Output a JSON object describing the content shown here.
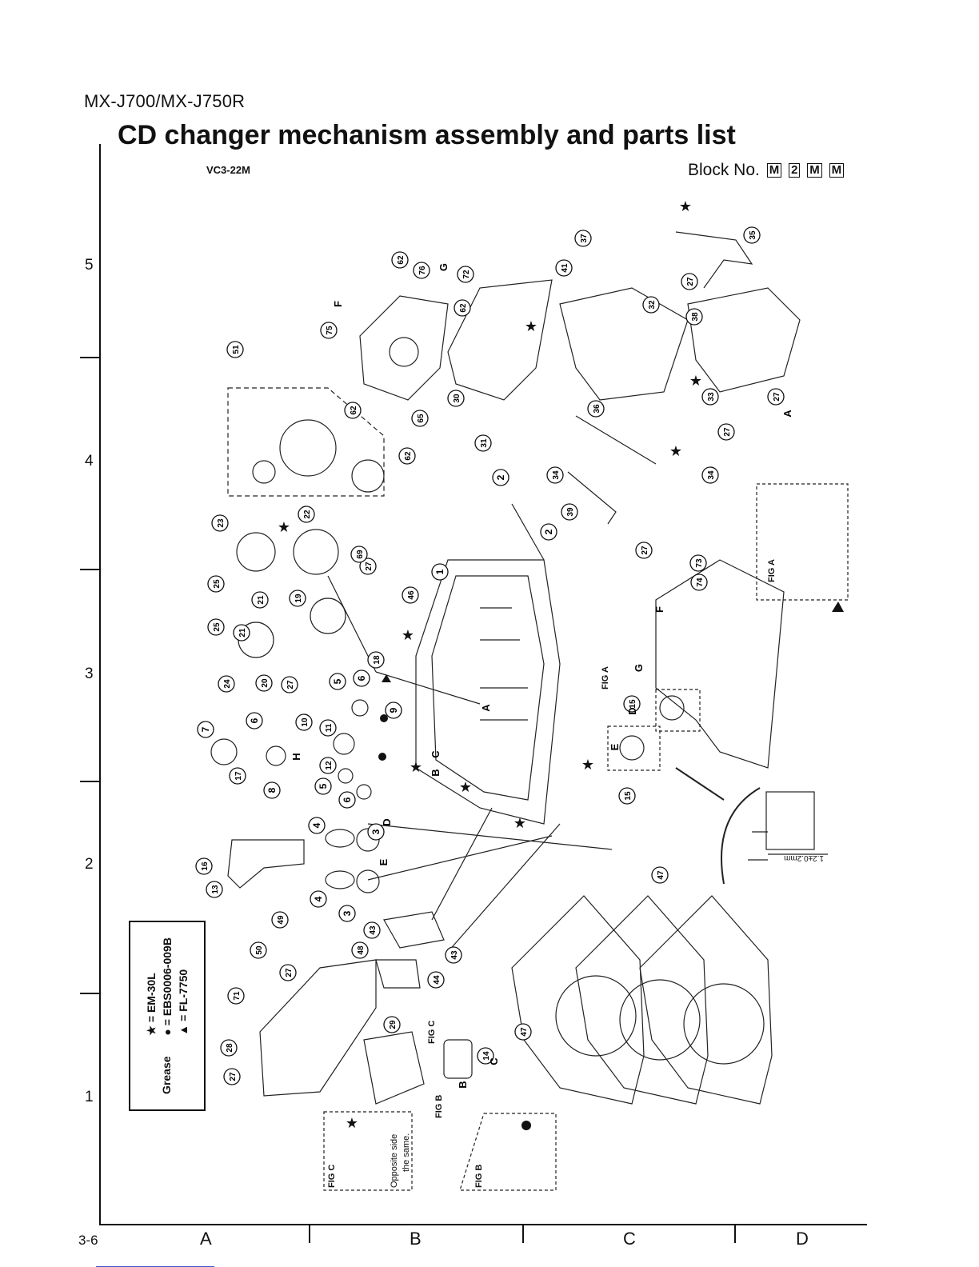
{
  "header": {
    "model": "MX-J700/MX-J750R",
    "title": "CD changer mechanism assembly and parts list",
    "mechanism_code": "VC3-22M",
    "block_label": "Block No.",
    "block_codes": [
      "M",
      "2",
      "M",
      "M"
    ]
  },
  "grid": {
    "rows": [
      "5",
      "4",
      "3",
      "2",
      "1"
    ],
    "columns": [
      "A",
      "B",
      "C",
      "D"
    ]
  },
  "page_number": "3-6",
  "grease_legend": {
    "title": "Grease",
    "items": [
      {
        "symbol": "★",
        "text": "= EM-30L"
      },
      {
        "symbol": "●",
        "text": "= EBS0006-009B"
      },
      {
        "symbol": "▲",
        "text": "= FL-7750"
      }
    ]
  },
  "figures": {
    "fig_a": "FIG A",
    "fig_b": "FIG B",
    "fig_c": "FIG C",
    "fig_c_note": [
      "Opposite side",
      "the same."
    ],
    "dimension": "1.2±0.2mm"
  },
  "part_callouts": [
    "1",
    "2",
    "2",
    "3",
    "3",
    "4",
    "4",
    "5",
    "5",
    "6",
    "6",
    "6",
    "7",
    "8",
    "9",
    "10",
    "11",
    "12",
    "13",
    "14",
    "15",
    "15",
    "16",
    "17",
    "18",
    "19",
    "20",
    "21",
    "21",
    "22",
    "23",
    "24",
    "25",
    "25",
    "27",
    "27",
    "27",
    "27",
    "27",
    "27",
    "27",
    "27",
    "28",
    "29",
    "30",
    "31",
    "32",
    "33",
    "34",
    "34",
    "35",
    "36",
    "37",
    "38",
    "39",
    "41",
    "43",
    "43",
    "44",
    "46",
    "47",
    "47",
    "48",
    "49",
    "50",
    "51",
    "62",
    "62",
    "62",
    "62",
    "65",
    "69",
    "71",
    "72",
    "73",
    "74",
    "75",
    "76"
  ],
  "letter_callouts": [
    "F",
    "G",
    "A",
    "A",
    "F",
    "G",
    "D",
    "E",
    "H",
    "C",
    "B",
    "D",
    "E",
    "C",
    "B"
  ]
}
